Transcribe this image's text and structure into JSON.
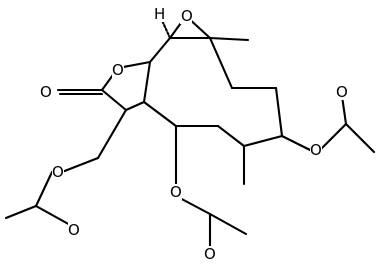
{
  "molecule": {
    "atom_labels": {
      "o_epoxide": "O",
      "o_lactone_ring": "O",
      "o_carbonyl_lactone": "O",
      "o_ester_right": "O",
      "o_carbonyl_right": "O",
      "o_ester_bottom": "O",
      "o_carbonyl_bottom": "O",
      "o_ester_left": "O",
      "o_carbonyl_left": "O",
      "h_top": "H"
    }
  }
}
